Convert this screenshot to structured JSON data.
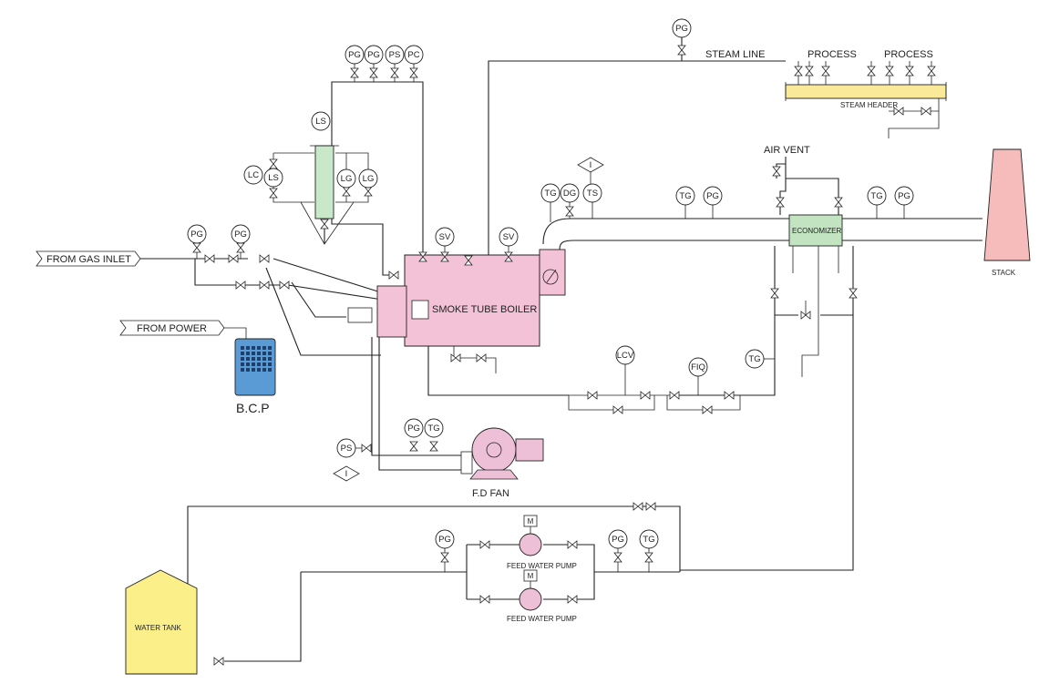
{
  "colors": {
    "boiler": "#f4c2d6",
    "separator": "#c9e8c9",
    "steam_header": "#fbe99a",
    "economizer": "#c3e4c0",
    "stack": "#f6bcbc",
    "water_tank": "#fbef8a",
    "fan": "#eec0d8",
    "bcp": "#5b9bd5",
    "line": "#222222"
  },
  "labels": {
    "from_gas_inlet": "FROM GAS INLET",
    "from_power": "FROM POWER",
    "bcp": "B.C.P",
    "boiler": "SMOKE TUBE BOILER",
    "steam_line": "STEAM LINE",
    "process_1": "PROCESS",
    "process_2": "PROCESS",
    "steam_header": "STEAM HEADER",
    "air_vent": "AIR VENT",
    "economizer": "ECONOMIZER",
    "stack": "STACK",
    "fd_fan": "F.D FAN",
    "feed_pump_1": "FEED WATER PUMP",
    "feed_pump_2": "FEED WATER PUMP",
    "water_tank": "WATER TANK"
  },
  "instruments": [
    {
      "tag": "PG"
    },
    {
      "tag": "PG"
    },
    {
      "tag": "PG"
    },
    {
      "tag": "PS"
    },
    {
      "tag": "PC"
    },
    {
      "tag": "LS"
    },
    {
      "tag": "LC"
    },
    {
      "tag": "LS"
    },
    {
      "tag": "LG"
    },
    {
      "tag": "LG"
    },
    {
      "tag": "PG"
    },
    {
      "tag": "PG"
    },
    {
      "tag": "SV"
    },
    {
      "tag": "SV"
    },
    {
      "tag": "TG"
    },
    {
      "tag": "DG"
    },
    {
      "tag": "TS"
    },
    {
      "tag": "TG"
    },
    {
      "tag": "PG"
    },
    {
      "tag": "TG"
    },
    {
      "tag": "PG"
    },
    {
      "tag": "LCV"
    },
    {
      "tag": "FIQ"
    },
    {
      "tag": "TG"
    },
    {
      "tag": "PS"
    },
    {
      "tag": "PG"
    },
    {
      "tag": "TG"
    },
    {
      "tag": "PG"
    },
    {
      "tag": "PG"
    },
    {
      "tag": "TG"
    }
  ],
  "interlocks": [
    {
      "tag": "I"
    },
    {
      "tag": "I"
    }
  ],
  "motors": [
    {
      "tag": "M"
    },
    {
      "tag": "M"
    }
  ]
}
